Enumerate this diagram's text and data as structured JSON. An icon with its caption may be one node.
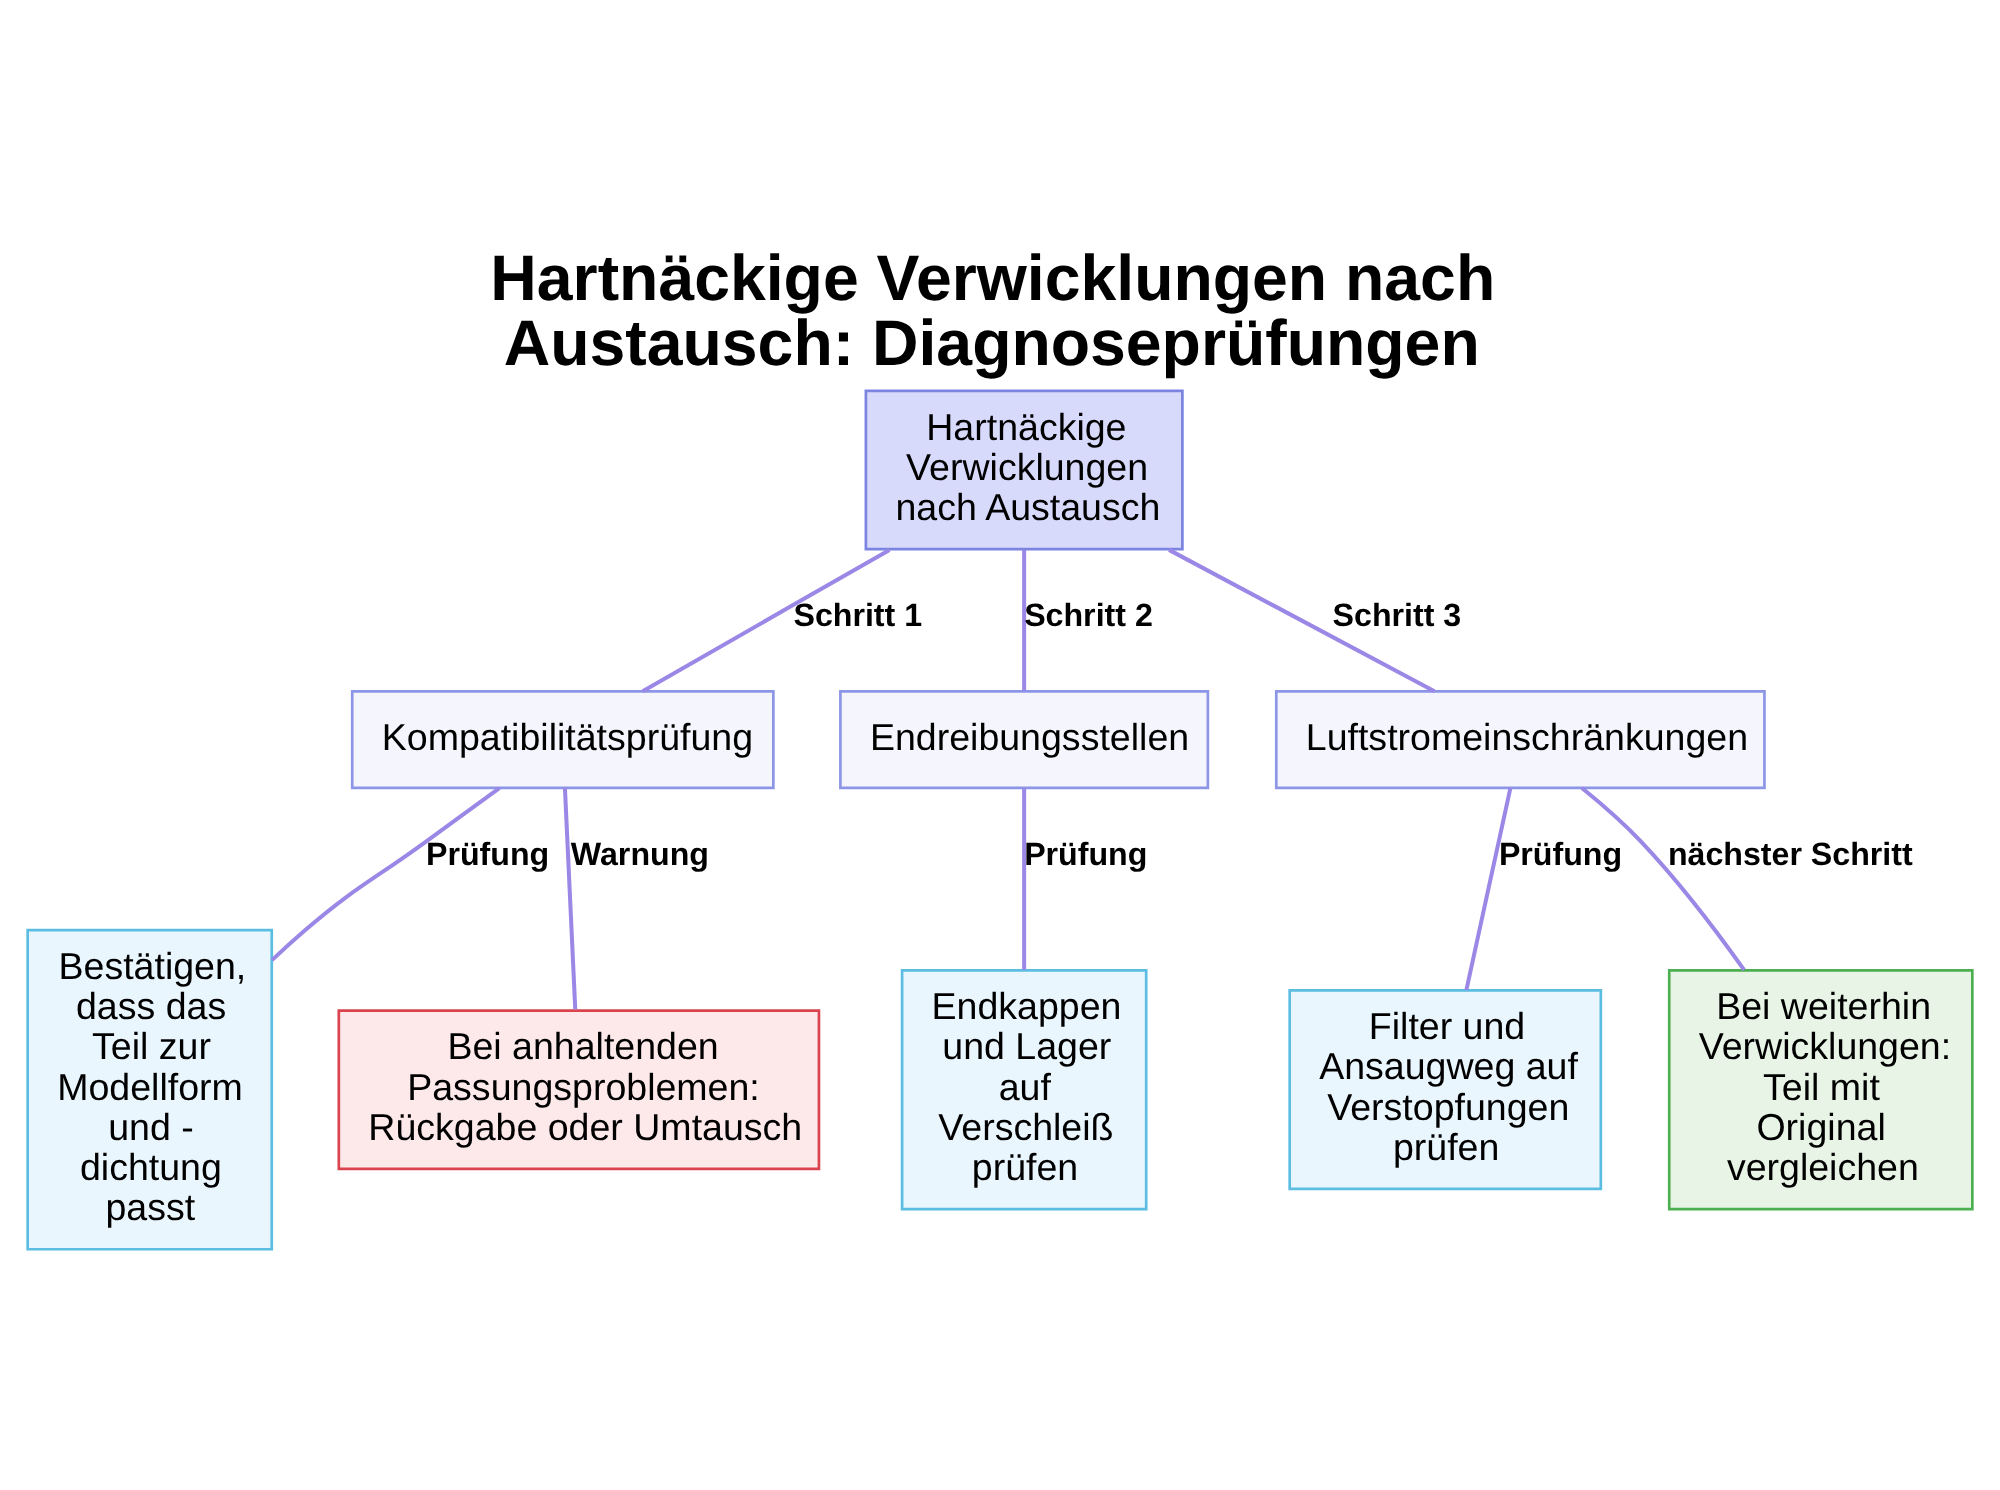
{
  "diagram": {
    "title": "Hartnäckige Verwicklungen nach Austausch: Diagnoseprüfungen",
    "nodes": [
      {
        "text": [
          "Hartnäckige Verwicklungen nach Austausch"
        ]
      },
      {
        "text": [
          "Kompatibilitätsprüfung"
        ]
      },
      {
        "text": [
          "Endreibungsstellen"
        ]
      },
      {
        "text": [
          "Luftstromeinschränkungen"
        ]
      },
      {
        "text": [
          "Bestätigen, dass das Teil zur Modellform und - dichtung passt"
        ]
      },
      {
        "text": [
          "Bei anhaltenden Passungsproblemen: Rückgabe oder Umtausch"
        ]
      },
      {
        "text": [
          "Endkappen und Lager auf Verschleiß prüfen"
        ]
      },
      {
        "text": [
          "Filter und Ansaugweg auf Verstopfungen prüfen"
        ]
      },
      {
        "text": [
          "Bei weiterhin Verwicklungen: Teil mit Original vergleichen"
        ]
      }
    ],
    "edges": [
      {
        "from": 0,
        "to": 1,
        "arrow": "none",
        "label": "Schritt 1"
      },
      {
        "from": 0,
        "to": 2,
        "arrow": "none",
        "label": "Schritt 2"
      },
      {
        "from": 0,
        "to": 3,
        "arrow": "none",
        "label": "Schritt 3"
      },
      {
        "from": 1,
        "to": 4,
        "arrow": "none",
        "label": "Prüfung"
      },
      {
        "from": 1,
        "to": 5,
        "arrow": "none",
        "label": "Warnung"
      },
      {
        "from": 2,
        "to": 6,
        "arrow": "none",
        "label": "Prüfung"
      },
      {
        "from": 3,
        "to": 7,
        "arrow": "none",
        "label": "Prüfung"
      },
      {
        "from": 3,
        "to": 8,
        "arrow": "none",
        "label": "nächster Schritt"
      }
    ]
  }
}
